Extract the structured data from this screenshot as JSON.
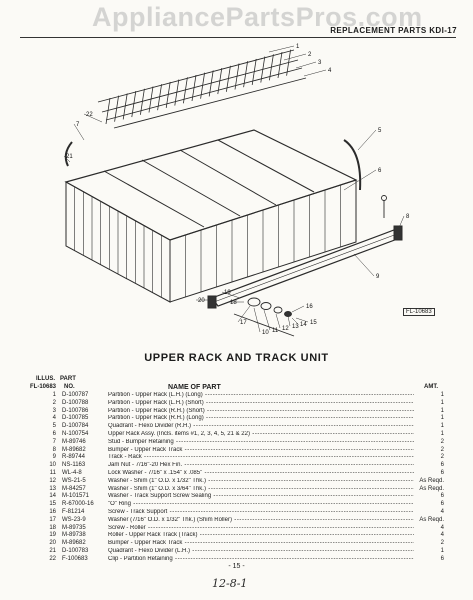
{
  "watermark": "AppliancePartsPros.com",
  "header": {
    "title": "REPLACEMENT PARTS KDI-17"
  },
  "diagram": {
    "figure_code": "FL-10683",
    "callouts": [
      "1",
      "2",
      "3",
      "4",
      "5",
      "6",
      "7",
      "8",
      "9",
      "10",
      "11",
      "12",
      "13",
      "14",
      "15",
      "16",
      "17",
      "18",
      "19",
      "20",
      "21",
      "22"
    ]
  },
  "section_title": "UPPER RACK AND TRACK UNIT",
  "table": {
    "col_illus_top": "ILLUS.",
    "col_illus_bottom": "FL-10683",
    "col_part_top": "PART",
    "col_part_bottom": "NO.",
    "col_name": "NAME OF PART",
    "col_amt": "AMT.",
    "rows": [
      {
        "illus": "1",
        "part": "D-100787",
        "name": "Partition - Upper Rack (L.H.) (Long)",
        "amt": "1"
      },
      {
        "illus": "2",
        "part": "D-100788",
        "name": "Partition - Upper Rack (L.H.) (Short)",
        "amt": "1"
      },
      {
        "illus": "3",
        "part": "D-100786",
        "name": "Partition - Upper Rack (R.H.) (Short)",
        "amt": "1"
      },
      {
        "illus": "4",
        "part": "D-100785",
        "name": "Partition - Upper Rack (R.H.) (Long)",
        "amt": "1"
      },
      {
        "illus": "5",
        "part": "D-100784",
        "name": "Quadrant - Flexo Divider (R.H.)",
        "amt": "1"
      },
      {
        "illus": "6",
        "part": "N-100754",
        "name": "Upper Rack Assy. (Incls. items #1, 2, 3, 4, 5, 21 & 22)",
        "amt": "1"
      },
      {
        "illus": "7",
        "part": "M-89746",
        "name": "Stud - Bumper Retaining",
        "amt": "2"
      },
      {
        "illus": "8",
        "part": "M-89682",
        "name": "Bumper - Upper Rack Track",
        "amt": "2"
      },
      {
        "illus": "9",
        "part": "R-89744",
        "name": "Track - Rack",
        "amt": "2"
      },
      {
        "illus": "10",
        "part": "NS-1163",
        "name": "Jam Nut - 7/16\"-20 Hex Fin.",
        "amt": "6"
      },
      {
        "illus": "11",
        "part": "WL-4-8",
        "name": "Lock Washer - 7/16\" x .154\" x .085\"",
        "amt": "6"
      },
      {
        "illus": "12",
        "part": "WS-21-5",
        "name": "Washer - Shim (1\" O.D. x 1/32\" Thk.)",
        "amt": "As Reqd."
      },
      {
        "illus": "13",
        "part": "M-84257",
        "name": "Washer - Shim (1\" O.D. x 3/64\" Thk.)",
        "amt": "As Reqd."
      },
      {
        "illus": "14",
        "part": "M-101571",
        "name": "Washer - Track Support Screw Sealing",
        "amt": "6"
      },
      {
        "illus": "15",
        "part": "R-67000-16",
        "name": "\"O\" Ring",
        "amt": "6"
      },
      {
        "illus": "16",
        "part": "F-81214",
        "name": "Screw - Track Support",
        "amt": "4"
      },
      {
        "illus": "17",
        "part": "WS-23-9",
        "name": "Washer (7/16\" O.D. x 1/32\" Thk.) (Shim Roller)",
        "amt": "As Reqd."
      },
      {
        "illus": "18",
        "part": "M-89735",
        "name": "Screw - Roller",
        "amt": "4"
      },
      {
        "illus": "19",
        "part": "M-89738",
        "name": "Roller - Upper Rack Track (Track)",
        "amt": "4"
      },
      {
        "illus": "20",
        "part": "M-89682",
        "name": "Bumper - Upper Rack Track",
        "amt": "2"
      },
      {
        "illus": "21",
        "part": "D-100783",
        "name": "Quadrant - Flexo Divider (L.H.)",
        "amt": "1"
      },
      {
        "illus": "22",
        "part": "F-100683",
        "name": "Clip - Partition Retaining",
        "amt": "6"
      }
    ]
  },
  "page_number": "- 15 -",
  "handwritten_note": "12-8-1"
}
